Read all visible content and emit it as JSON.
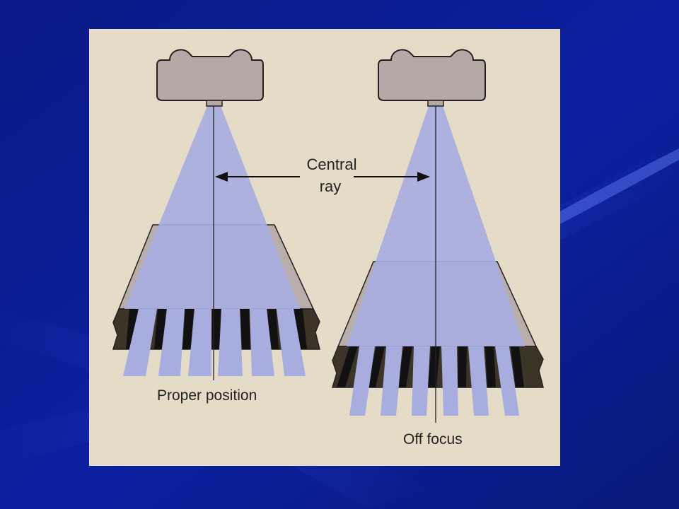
{
  "slide": {
    "background_color": "#0a1a8c",
    "background_streak_color": "#3a55e0"
  },
  "figure": {
    "panel_color": "#e4dcc6",
    "beam_color": "#a7addf",
    "tube_color": "#b5a9a5",
    "grid_dark_color": "#3d3428",
    "grid_side_color": "#b8ada9",
    "labels": {
      "central_ray_line1": "Central",
      "central_ray_line2": "ray",
      "proper_position": "Proper position",
      "off_focus": "Off focus"
    }
  }
}
